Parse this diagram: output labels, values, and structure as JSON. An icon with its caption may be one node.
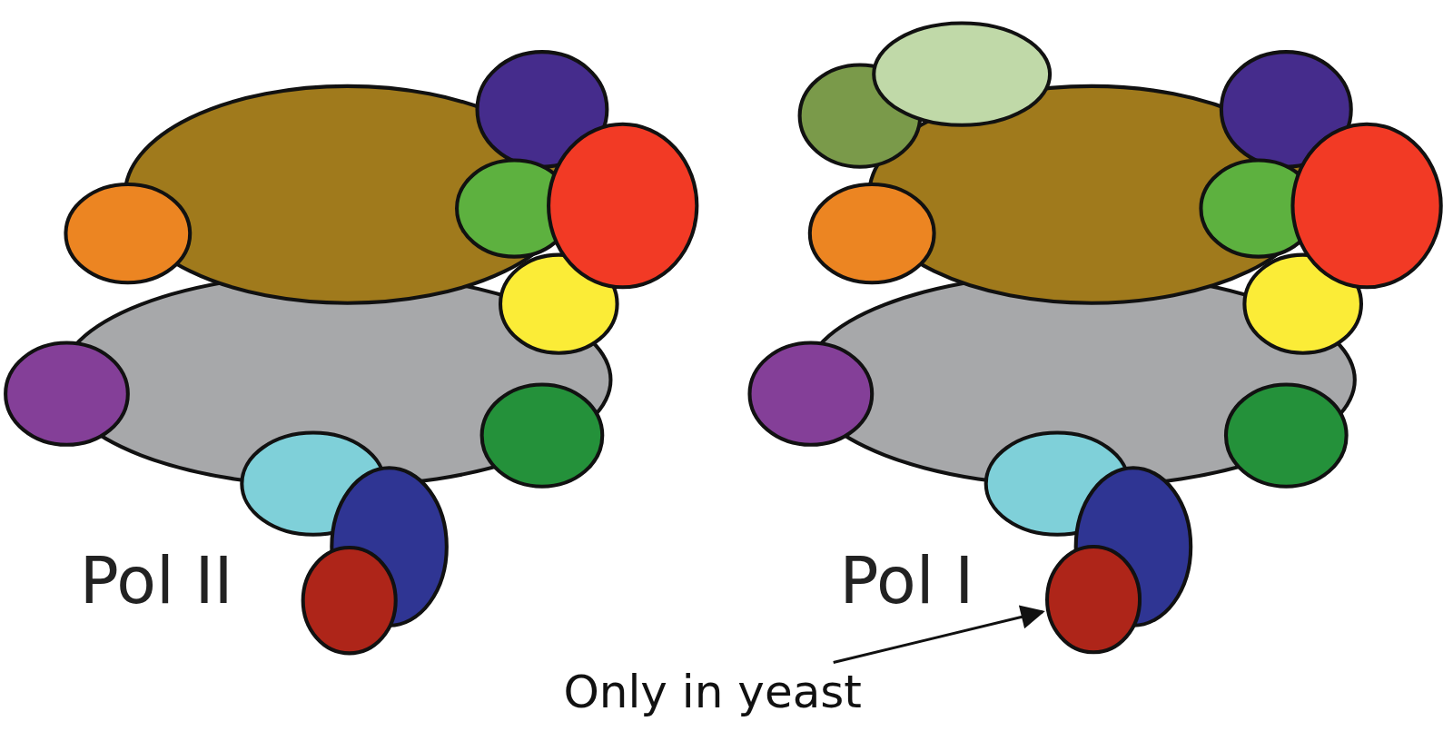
{
  "diagram": {
    "nodes": [
      {
        "text": [
          "Only in yeast"
        ]
      },
      {
        "text": [],
        "shape": "circle"
      }
    ],
    "edges": [
      {
        "from": 0,
        "to": 1,
        "arrow": "to"
      }
    ],
    "labels": [
      "Pol II",
      "Pol I"
    ]
  }
}
